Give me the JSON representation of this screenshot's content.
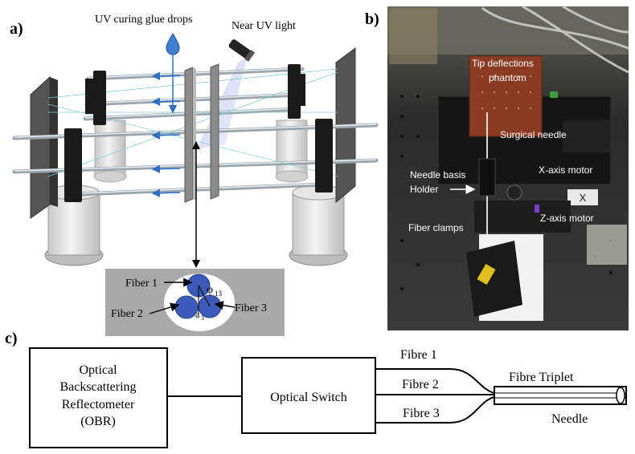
{
  "panels": {
    "a": {
      "label": "a)",
      "glue_label": "UV curing glue drops",
      "uv_label": "Near UV light",
      "inset": {
        "fiber1": "Fiber 1",
        "fiber2": "Fiber 2",
        "fiber3": "Fiber 3",
        "phi": "φ",
        "phi_sub": "13",
        "a": "a",
        "a_sub": "3"
      }
    },
    "b": {
      "label": "b)",
      "labels": {
        "phantom_1": "Tip deflections",
        "phantom_2": "phantom",
        "needle": "Surgical needle",
        "holder_1": "Needle basis",
        "holder_2": "Holder",
        "x_motor": "X-axis motor",
        "x_mark": "X",
        "z_motor": "Z-axis motor",
        "clamps": "Fiber clamps"
      }
    },
    "c": {
      "label": "c)",
      "obr_lines": [
        "Optical",
        "Backscattering",
        "Reflectometer",
        "(OBR)"
      ],
      "switch": "Optical Switch",
      "fibre1": "Fibre 1",
      "fibre2": "Fibre 2",
      "fibre3": "Fibre 3",
      "triplet": "Fibre Triplet",
      "needle": "Needle"
    }
  },
  "colors": {
    "arrow_blue": "#2f6fc4",
    "fiber_blue": "#3c5ab8",
    "plate_dark": "#4a4a4a",
    "inset_gray": "#a9a9a9",
    "phantom_brown": "#8a3b22",
    "photo_dark": "#1c1c1c"
  }
}
